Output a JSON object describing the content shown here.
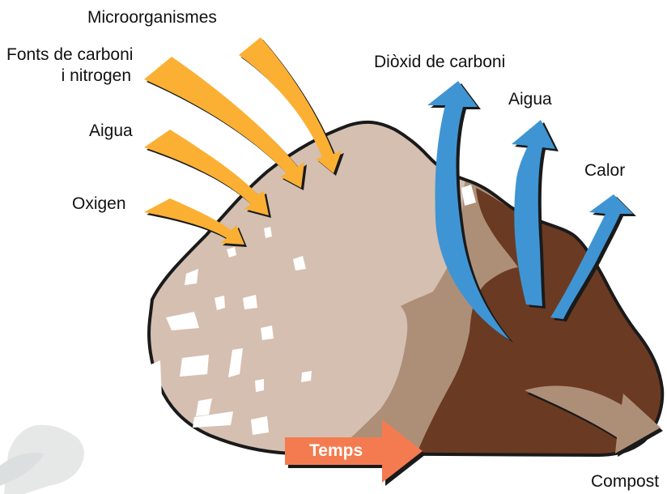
{
  "inputs": {
    "microorganisms": "Microorganismes",
    "carbon_nitrogen_line1": "Fonts de carboni",
    "carbon_nitrogen_line2": "i nitrogen",
    "water": "Aigua",
    "oxygen": "Oxigen"
  },
  "outputs": {
    "carbon_dioxide": "Diòxid de carboni",
    "water": "Aigua",
    "heat": "Calor"
  },
  "process": {
    "time": "Temps",
    "product": "Compost"
  },
  "colors": {
    "input_arrow": "#fbb034",
    "output_arrow": "#3f95d3",
    "time_arrow": "#f47b4f",
    "compost_arrow": "#ad8f78",
    "pile_fresh": "#d5bfb1",
    "pile_mid": "#ad8f78",
    "pile_mature": "#6b3a22",
    "outline": "#1a1a1a"
  }
}
